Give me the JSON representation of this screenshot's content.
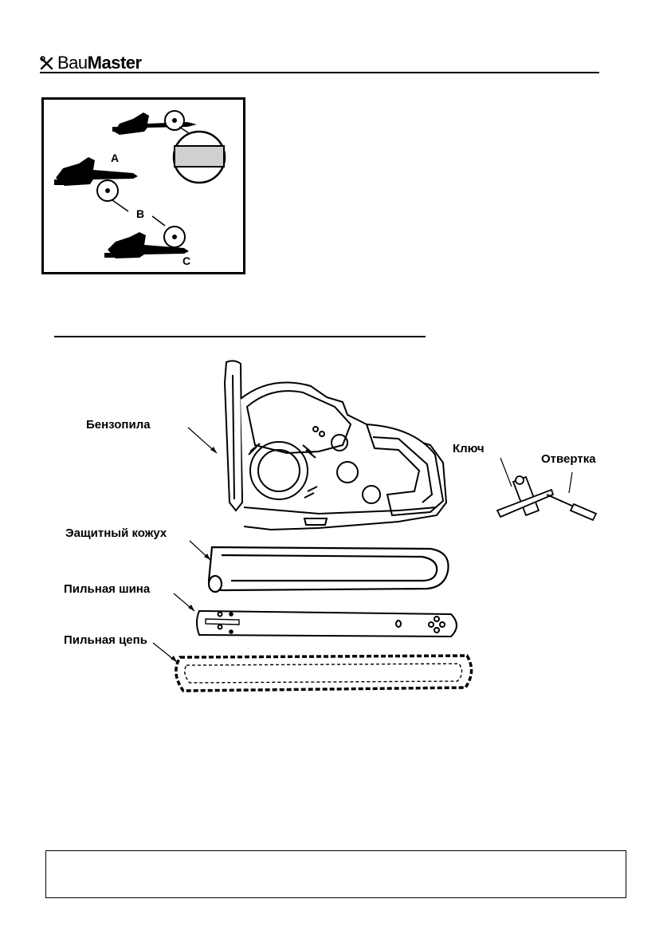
{
  "header": {
    "brand_part1": "Bau",
    "brand_part2": "Master"
  },
  "inset_figure": {
    "labels": {
      "a": "A",
      "b": "B",
      "c": "C"
    }
  },
  "contents": {
    "items": [
      {
        "label": "Бензопила"
      },
      {
        "label": "Ключ"
      },
      {
        "label": "Отвертка"
      },
      {
        "label": "Эащитный кожух"
      },
      {
        "label": "Пильная шина"
      },
      {
        "label": "Пильная цепь"
      }
    ]
  },
  "note_box": {
    "text": ""
  }
}
